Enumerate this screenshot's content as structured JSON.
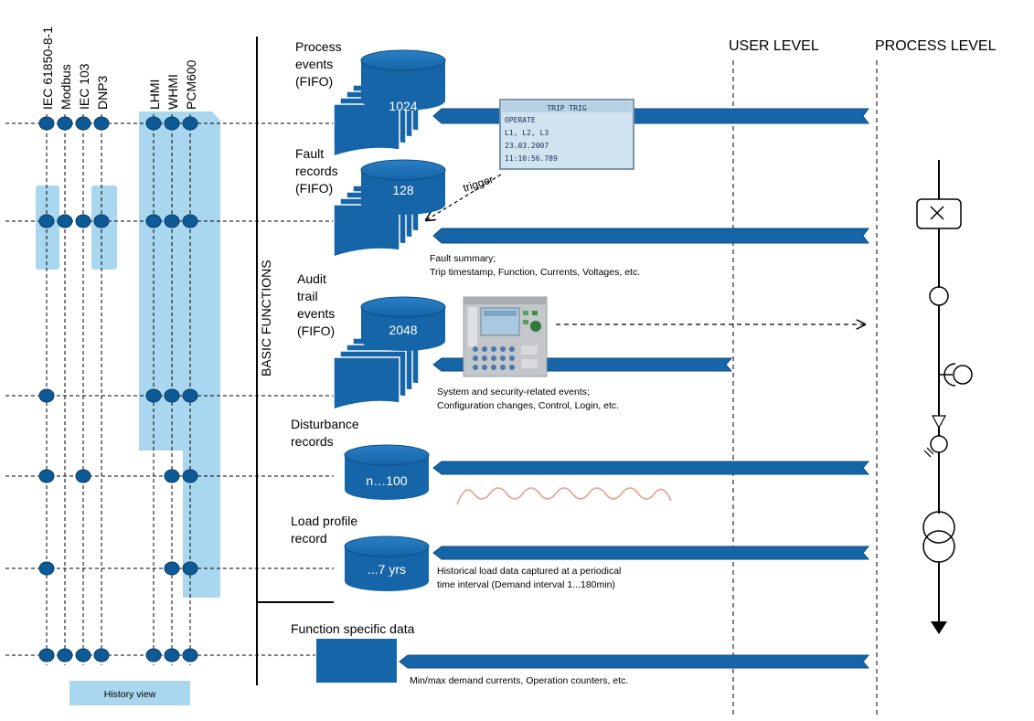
{
  "protocols": [
    "IEC 61850-8-1",
    "Modbus",
    "IEC 103",
    "DNP3"
  ],
  "hmis": [
    "LHMI",
    "WHMI",
    "PCM600"
  ],
  "headings": {
    "user_level": "USER LEVEL",
    "process_level": "PROCESS LEVEL",
    "basic_functions": "BASIC FUNCTIONS"
  },
  "process_events": {
    "label": [
      "Process",
      "events",
      "(FIFO)"
    ],
    "capacity": "1024"
  },
  "fault_records": {
    "label": [
      "Fault",
      "records",
      "(FIFO)"
    ],
    "capacity": "128",
    "trigger": "trigger",
    "note": [
      "Fault summary;",
      "Trip timestamp, Function, Currents, Voltages, etc."
    ]
  },
  "audit_trail": {
    "label": [
      "Audit",
      "trail",
      "events",
      "(FIFO)"
    ],
    "capacity": "2048",
    "note": [
      "System and security-related events;",
      "Configuration changes, Control, Login, etc."
    ]
  },
  "disturbance": {
    "label": [
      "Disturbance",
      "records"
    ],
    "capacity": "n…100"
  },
  "load_profile": {
    "label": [
      "Load profile",
      "record"
    ],
    "capacity": "...7 yrs",
    "note": [
      "Historical load data captured at a periodical",
      "time interval (Demand interval 1...180min)"
    ]
  },
  "function_specific": {
    "label": "Function specific data",
    "note": "Min/max demand currents, Operation counters, etc."
  },
  "history_view": "History view",
  "lcd": {
    "title": "TRIP TRIG",
    "lines": [
      "OPERATE",
      "L1, L2, L3",
      "23.03.2007",
      "11:10:56.789"
    ]
  },
  "colors": {
    "accent": "#1565a8",
    "band": "#a9d7ef",
    "node": "#0e5a96"
  }
}
